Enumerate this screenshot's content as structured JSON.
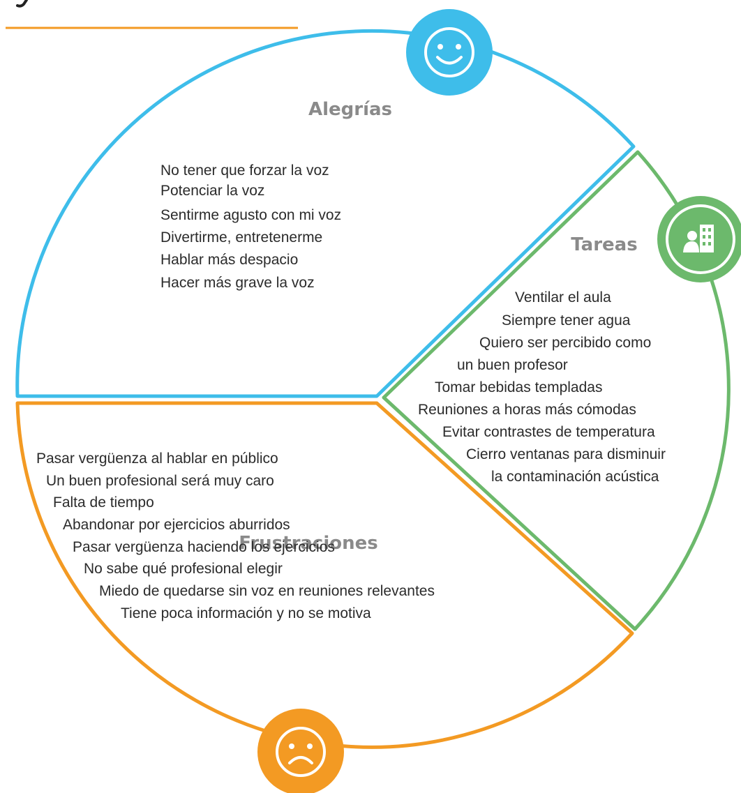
{
  "colors": {
    "alegrias": "#3ebdea",
    "tareas": "#6cb96c",
    "frustraciones": "#f39a23",
    "title_gray": "#8a8a8a",
    "text": "#2b2b2b"
  },
  "sections": {
    "alegrias": {
      "title": "Alegrías",
      "icon": "smiley-icon",
      "items": [
        "No tener que forzar la voz",
        "Potenciar la voz",
        "Sentirme agusto con mi voz",
        "Divertirme, entretenerme",
        "Hablar más despacio",
        "Hacer más grave la voz"
      ]
    },
    "tareas": {
      "title": "Tareas",
      "icon": "person-building-icon",
      "items": [
        "Ventilar el aula",
        "Siempre tener agua",
        "Quiero ser percibido como",
        "un buen profesor",
        "Tomar bebidas templadas",
        "Reuniones a horas más cómodas",
        "Evitar contrastes de temperatura",
        "Cierro ventanas para disminuir",
        "la contaminación acústica"
      ]
    },
    "frustraciones": {
      "title": "Frustraciones",
      "icon": "sad-face-icon",
      "items": [
        "Pasar vergüenza al hablar en público",
        "Un buen profesional será muy caro",
        "Falta de tiempo",
        "Abandonar por ejercicios aburridos",
        "Pasar vergüenza haciendo los ejercicios",
        "No sabe qué profesional elegir",
        "Miedo de quedarse sin voz en reuniones relevantes",
        "Tiene poca información y no se motiva"
      ]
    }
  }
}
